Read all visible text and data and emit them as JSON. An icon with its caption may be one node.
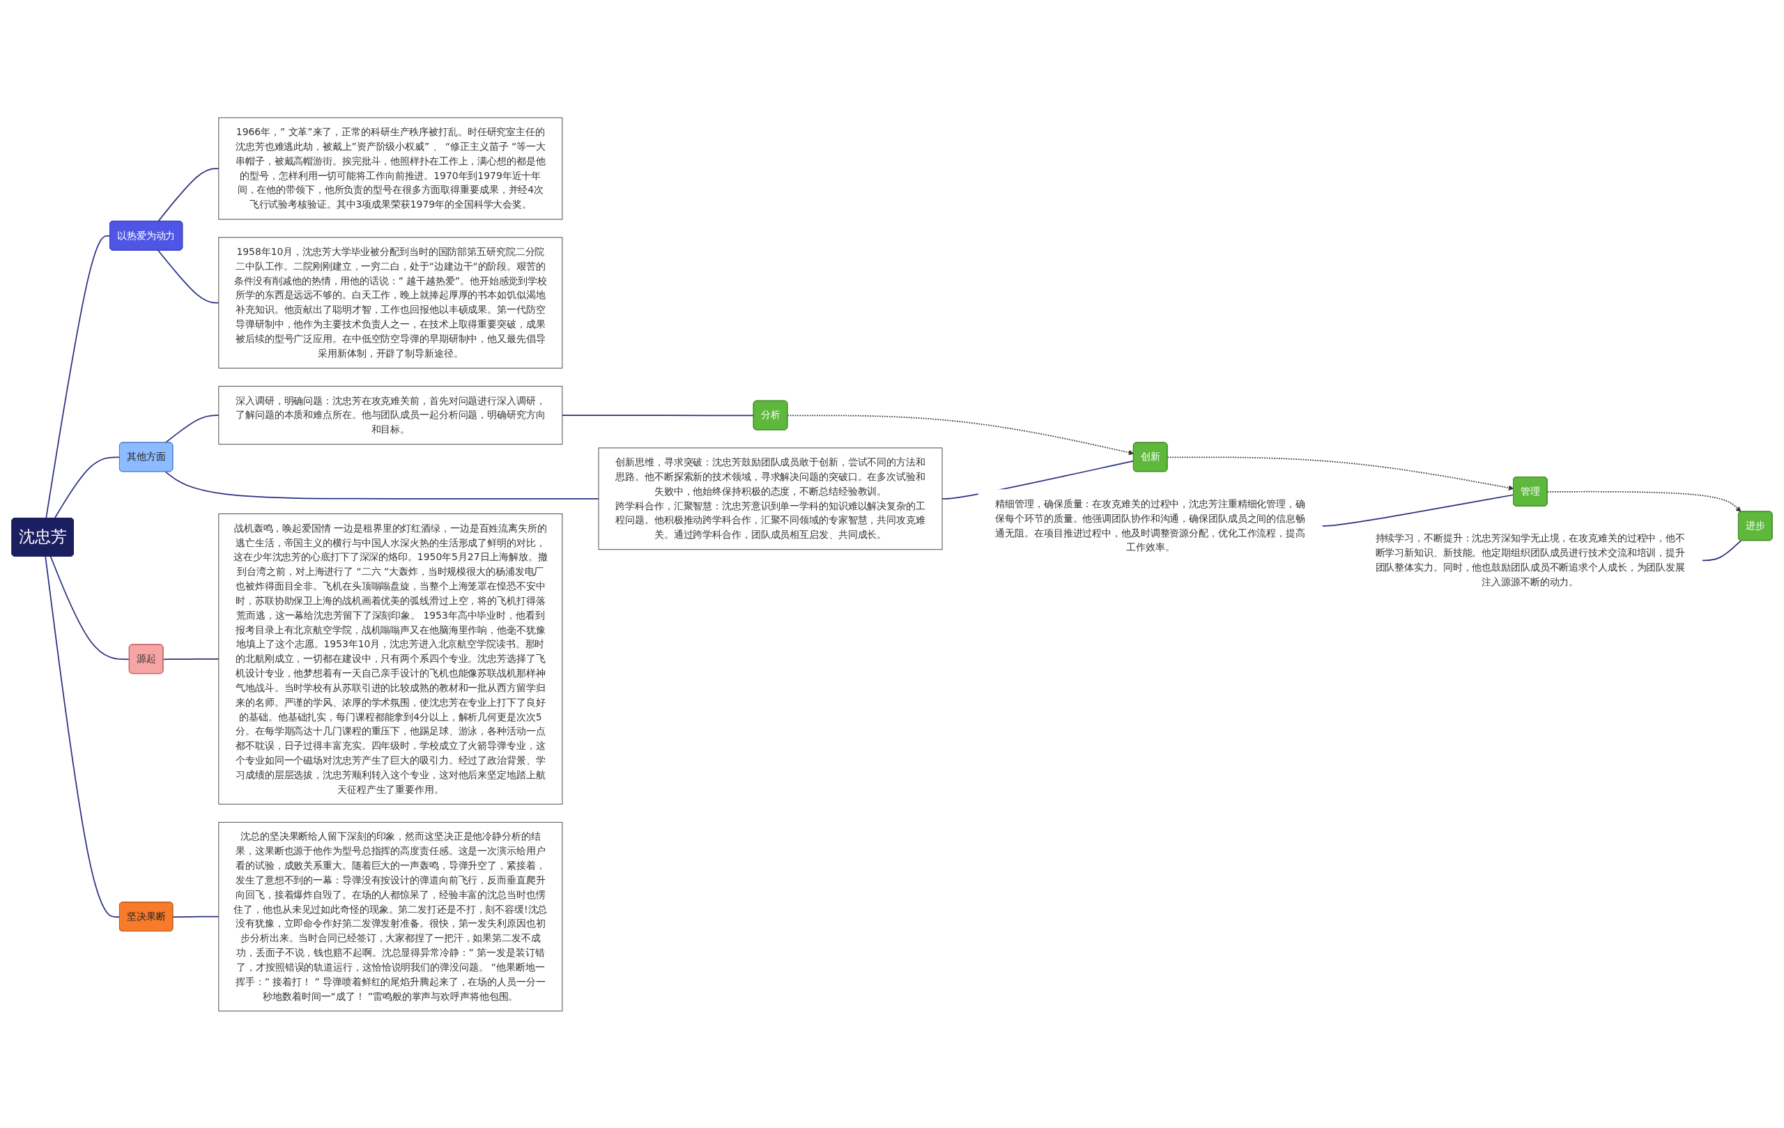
{
  "diagram": {
    "nodes": [
      {
        "text": [
          "沈忠芳"
        ]
      },
      {
        "text": [
          "以热爱为动力"
        ]
      },
      {
        "text": [
          "1966年，” 文革”来了，正常的科研生产秩序被打乱。时任研究室主任的沈忠芳也难逃此劫，被戴上”资产阶级小权威” 、 “修正主义苗子 “等一大串帽子，被戴高帽游街。挨完批斗，他照样扑在工作上，满心想的都是他的型号，怎样利用一切可能将工作向前推进。1970年到1979年近十年间，在他的带领下，他所负责的型号在很多方面取得重要成果，并经4次飞行试验考核验证。其中3项成果荣获1979年的全国科学大会奖。"
        ]
      },
      {
        "text": [
          "1958年10月，沈忠芳大学毕业被分配到当时的国防部第五研究院二分院二中队工作。二院刚刚建立，一穷二白，处于“边建边干“的阶段。艰苦的条件没有削减他的热情，用他的话说：” 越干越热爱”。他开始感觉到学校所学的东西是远远不够的。白天工作，晚上就捧起厚厚的书本如饥似渴地补充知识。他贡献出了聪明才智，工作也回报他以丰硕成果。第一代防空导弹研制中，他作为主要技术负责人之一，在技术上取得重要突破，成果被后续的型号广泛应用。在中低空防空导弹的早期研制中，他又最先倡导采用新体制，开辟了制导新途径。"
        ]
      },
      {
        "text": [
          "其他方面"
        ]
      },
      {
        "text": [
          "深入调研，明确问题：沈忠芳在攻克难关前，首先对问题进行深入调研，了解问题的本质和难点所在。他与团队成员一起分析问题，明确研究方向和目标。"
        ]
      },
      {
        "text": [
          "创新思维，寻求突破：沈忠芳鼓励团队成员敢于创新，尝试不同的方法和思路。他不断探索新的技术领域，寻求解决问题的突破口。在多次试验和失败中，他始终保持积极的态度，不断总结经验教训。",
          "跨学科合作，汇聚智慧：沈忠芳意识到单一学科的知识难以解决复杂的工程问题。他积极推动跨学科合作，汇聚不同领域的专家智慧，共同攻克难关。通过跨学科合作，团队成员相互启发、共同成长。"
        ]
      },
      {
        "text": [
          "源起"
        ]
      },
      {
        "text": [
          "战机轰鸣，唤起爱国情 一边是租界里的灯红酒绿，一边是百姓流离失所的逃亡生活，帝国主义的横行与中国人水深火热的生活形成了鲜明的对比，这在少年沈忠芳的心底打下了深深的烙印。1950年5月27日上海解放。撤到台湾之前，对上海进行了 “二六 “大轰炸，当时规模很大的杨浦发电厂也被炸得面目全非。飞机在头顶嗡嗡盘旋，当整个上海笼罩在惶恐不安中时，苏联协助保卫上海的战机画着优美的弧线滑过上空，将的飞机打得落荒而逃，这一幕给沈忠芳留下了深刻印象。 1953年高中毕业时，他看到报考目录上有北京航空学院，战机嗡嗡声又在他脑海里作响，他毫不犹豫地填上了这个志愿。1953年10月，沈忠芳进入北京航空学院读书。那时的北航刚成立，一切都在建设中，只有两个系四个专业。沈忠芳选择了飞机设计专业，他梦想着有一天自己亲手设计的飞机也能像苏联战机那样神气地战斗。当时学校有从苏联引进的比较成熟的教材和一批从西方留学归来的名师。严谨的学风、浓厚的学术氛围，使沈忠芳在专业上打下了良好的基础。他基础扎实，每门课程都能拿到4分以上，解析几何更是次次5分。在每学期高达十几门课程的重压下，他踢足球、游泳，各种活动一点都不耽误，日子过得丰富充实。四年级时，学校成立了火箭导弹专业，这个专业如同一个磁场对沈忠芳产生了巨大的吸引力。经过了政治背景、学习成绩的层层选拔，沈忠芳顺利转入这个专业，这对他后来坚定地踏上航天征程产生了重要作用。"
        ]
      },
      {
        "text": [
          "坚决果断"
        ]
      },
      {
        "text": [
          "沈总的坚决果断给人留下深刻的印象，然而这坚决正是他冷静分析的结果，这果断也源于他作为型号总指挥的高度责任感。这是一次演示给用户看的试验，成败关系重大。随着巨大的一声轰鸣，导弹升空了，紧接着，发生了意想不到的一幕：导弹没有按设计的弹道向前飞行，反而垂直爬升向回飞，接着爆炸自毁了。在场的人都惊呆了，经验丰富的沈总当时也愣住了，他也从未见过如此奇怪的现象。第二发打还是不打，刻不容缓!沈总没有犹豫，立即命令作好第二发弹发射准备。很快，第一发失利原因也初步分析出来。当时合同已经签订，大家都捏了一把汗，如果第二发不成功，丢面子不说，钱也赔不起啊。沈总显得异常冷静：” 第一发是装订错了，才按照错误的轨道运行，这恰恰说明我们的弹没问题。 “他果断地一挥手：” 接着打！ ” 导弹喷着鲜红的尾焰升腾起来了，在场的人员一分一秒地数着时间一“成了！ ”雷鸣般的掌声与欢呼声将他包围。"
        ]
      },
      {
        "text": [
          "分析"
        ]
      },
      {
        "text": [
          "创新"
        ]
      },
      {
        "text": [
          "管理"
        ]
      },
      {
        "text": [
          "精细管理，确保质量：在攻克难关的过程中，沈忠芳注重精细化管理，确保每个环节的质量。他强调团队协作和沟通，确保团队成员之间的信息畅通无阻。在项目推进过程中，他及时调整资源分配，优化工作流程，提高工作效率。"
        ]
      },
      {
        "text": [
          "进步"
        ]
      },
      {
        "text": [
          "持续学习，不断提升：沈忠芳深知学无止境，在攻克难关的过程中，他不断学习新知识、新技能。他定期组织团队成员进行技术交流和培训，提升团队整体实力。同时，他也鼓励团队成员不断追求个人成长，为团队发展注入源源不断的动力。"
        ]
      }
    ],
    "edges": [
      {
        "from": 0,
        "to": 1,
        "arrow": "none"
      },
      {
        "from": 1,
        "to": 2,
        "arrow": "none"
      },
      {
        "from": 1,
        "to": 3,
        "arrow": "none"
      },
      {
        "from": 0,
        "to": 4,
        "arrow": "none"
      },
      {
        "from": 4,
        "to": 5,
        "arrow": "none"
      },
      {
        "from": 4,
        "to": 6,
        "arrow": "none"
      },
      {
        "from": 0,
        "to": 7,
        "arrow": "none"
      },
      {
        "from": 7,
        "to": 8,
        "arrow": "none"
      },
      {
        "from": 0,
        "to": 9,
        "arrow": "none"
      },
      {
        "from": 9,
        "to": 10,
        "arrow": "none"
      },
      {
        "from": 5,
        "to": 11,
        "arrow": "none"
      },
      {
        "from": 6,
        "to": 12,
        "arrow": "none"
      },
      {
        "from": 14,
        "to": 13,
        "arrow": "none"
      },
      {
        "from": 16,
        "to": 15,
        "arrow": "none"
      },
      {
        "from": 11,
        "to": 12,
        "arrow": "to",
        "style": "dashed"
      },
      {
        "from": 12,
        "to": 13,
        "arrow": "to",
        "style": "dashed"
      },
      {
        "from": 13,
        "to": 15,
        "arrow": "to",
        "style": "dashed"
      }
    ]
  }
}
